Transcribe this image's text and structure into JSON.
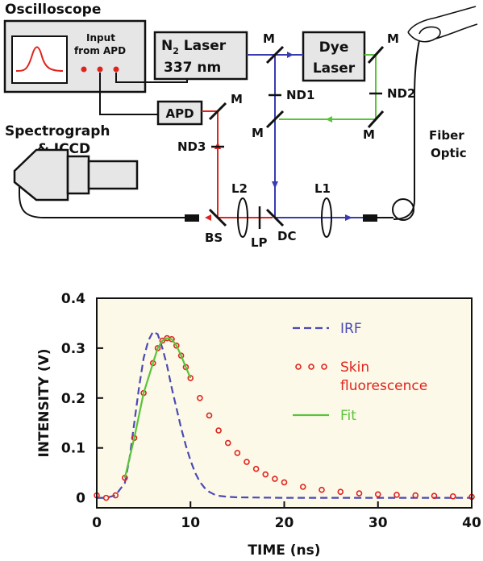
{
  "diagram": {
    "oscilloscope": {
      "title": "Oscilloscope",
      "input_line1": "Input",
      "input_line2": "from APD"
    },
    "n2_laser": {
      "line1_main": "N",
      "line1_sub": "2",
      "line1_rest": " Laser",
      "line2": "337 nm"
    },
    "dye_laser": {
      "line1": "Dye",
      "line2": "Laser"
    },
    "apd": "APD",
    "spectrograph": {
      "line1": "Spectrograph",
      "line2": "& ICCD"
    },
    "fiber_optic": {
      "line1": "Fiber",
      "line2": "Optic"
    },
    "labels": {
      "mirror": "M",
      "nd1": "ND1",
      "nd2": "ND2",
      "nd3": "ND3",
      "l1": "L1",
      "l2": "L2",
      "bs": "BS",
      "lp": "LP",
      "dc": "DC"
    },
    "colors": {
      "uv_beam": "#3b3bb0",
      "green_beam": "#59c43a",
      "red_beam": "#e0231c",
      "line": "#111111"
    }
  },
  "chart_data": {
    "type": "line",
    "xlabel": "TIME (ns)",
    "ylabel": "INTENSITY (V)",
    "xlim": [
      0,
      40
    ],
    "ylim": [
      -0.02,
      0.4
    ],
    "xticks": [
      "0",
      "10",
      "20",
      "30",
      "40"
    ],
    "yticks": [
      "0",
      "0.1",
      "0.2",
      "0.3",
      "0.4"
    ],
    "background": "#fdf9e8",
    "legend_position": "top-right",
    "series": [
      {
        "name": "IRF",
        "style": "dashed",
        "color": "#4a4ab4",
        "x": [
          0,
          1,
          2,
          3,
          3.5,
          4,
          4.5,
          5,
          5.5,
          6,
          6.5,
          7,
          7.5,
          8,
          8.5,
          9,
          9.5,
          10,
          10.5,
          11,
          11.5,
          12,
          12.5,
          13,
          14,
          15,
          20,
          30,
          40
        ],
        "y": [
          0,
          0,
          0.005,
          0.03,
          0.08,
          0.15,
          0.22,
          0.28,
          0.315,
          0.333,
          0.328,
          0.3,
          0.265,
          0.22,
          0.18,
          0.14,
          0.105,
          0.075,
          0.05,
          0.032,
          0.02,
          0.012,
          0.007,
          0.004,
          0.002,
          0.001,
          0,
          0,
          0
        ]
      },
      {
        "name": "Skin fluorescence",
        "style": "markers",
        "color": "#e0231c",
        "x": [
          0,
          1,
          2,
          3,
          4,
          5,
          6,
          6.5,
          7,
          7.5,
          8,
          8.5,
          9,
          9.5,
          10,
          11,
          12,
          13,
          14,
          15,
          16,
          17,
          18,
          19,
          20,
          22,
          24,
          26,
          28,
          30,
          32,
          34,
          36,
          38,
          40
        ],
        "y": [
          0.005,
          0.0,
          0.005,
          0.04,
          0.12,
          0.21,
          0.27,
          0.3,
          0.315,
          0.32,
          0.318,
          0.305,
          0.285,
          0.262,
          0.24,
          0.2,
          0.165,
          0.135,
          0.11,
          0.09,
          0.072,
          0.058,
          0.047,
          0.038,
          0.031,
          0.022,
          0.016,
          0.012,
          0.009,
          0.007,
          0.006,
          0.005,
          0.004,
          0.003,
          0.002
        ]
      },
      {
        "name": "Fit",
        "style": "solid",
        "color": "#59c43a",
        "x": [
          3,
          4,
          5,
          6,
          6.5,
          7,
          7.5,
          8,
          8.5,
          9,
          9.5,
          10
        ],
        "y": [
          0.04,
          0.12,
          0.21,
          0.27,
          0.3,
          0.315,
          0.32,
          0.318,
          0.305,
          0.285,
          0.262,
          0.24
        ]
      }
    ],
    "legend_lines": [
      "IRF",
      "Skin",
      "fluorescence",
      "Fit"
    ]
  }
}
